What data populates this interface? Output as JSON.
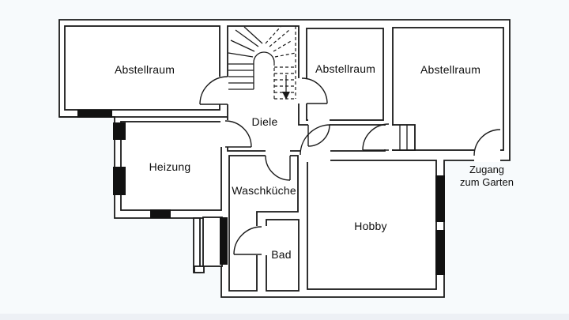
{
  "floor_plan": {
    "rooms": {
      "storage_left": "Abstellraum",
      "storage_middle": "Abstellraum",
      "storage_right": "Abstellraum",
      "hallway": "Diele",
      "heating_room": "Heizung",
      "laundry_room": "Waschküche",
      "bathroom": "Bad",
      "hobby_room": "Hobby"
    },
    "annotations": {
      "garden_access_line1": "Zugang",
      "garden_access_line2": "zum Garten"
    },
    "colors": {
      "wall_line": "#1a1a1a",
      "floor_fill": "#ffffff",
      "page_background": "#f7fafc",
      "bottom_band": "#edf0f5"
    }
  }
}
